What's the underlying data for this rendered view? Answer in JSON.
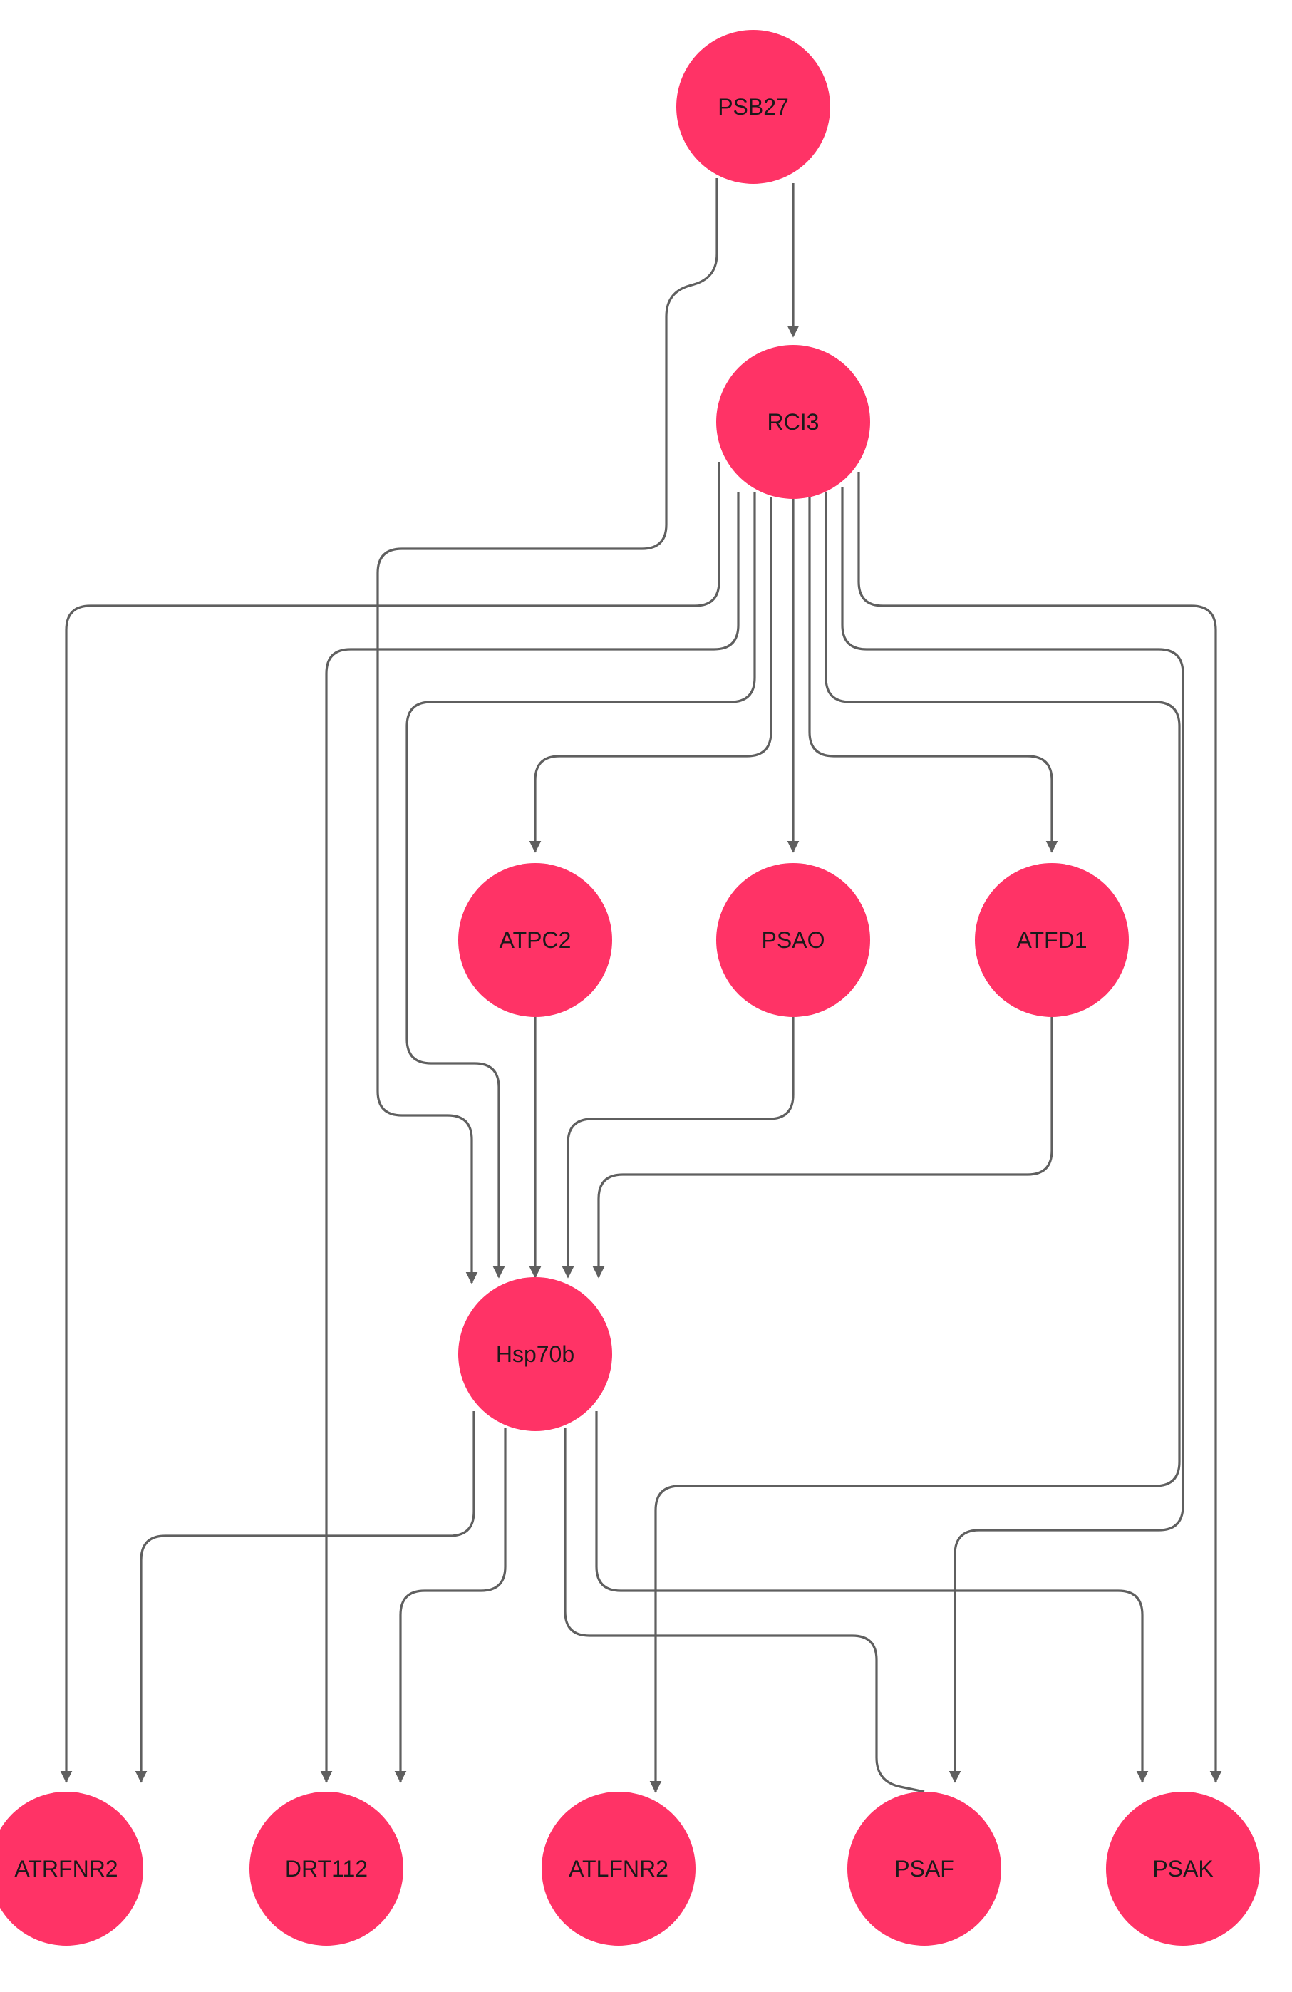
{
  "diagram": {
    "node_color": "#ff3366",
    "edge_color": "#5f5f5f",
    "nodes": [
      {
        "id": "PSB27",
        "label": "PSB27"
      },
      {
        "id": "RCI3",
        "label": "RCI3"
      },
      {
        "id": "ATPC2",
        "label": "ATPC2"
      },
      {
        "id": "PSAO",
        "label": "PSAO"
      },
      {
        "id": "ATFD1",
        "label": "ATFD1"
      },
      {
        "id": "Hsp70b",
        "label": "Hsp70b"
      },
      {
        "id": "ATRFNR2",
        "label": "ATRFNR2"
      },
      {
        "id": "DRT112",
        "label": "DRT112"
      },
      {
        "id": "ATLFNR2",
        "label": "ATLFNR2"
      },
      {
        "id": "PSAF",
        "label": "PSAF"
      },
      {
        "id": "PSAK",
        "label": "PSAK"
      }
    ],
    "edges": [
      {
        "from": "PSB27",
        "to": "RCI3"
      },
      {
        "from": "PSB27",
        "to": "Hsp70b"
      },
      {
        "from": "RCI3",
        "to": "ATRFNR2"
      },
      {
        "from": "RCI3",
        "to": "DRT112"
      },
      {
        "from": "RCI3",
        "to": "Hsp70b"
      },
      {
        "from": "RCI3",
        "to": "ATPC2"
      },
      {
        "from": "RCI3",
        "to": "PSAO"
      },
      {
        "from": "RCI3",
        "to": "ATFD1"
      },
      {
        "from": "RCI3",
        "to": "ATLFNR2"
      },
      {
        "from": "RCI3",
        "to": "PSAF"
      },
      {
        "from": "RCI3",
        "to": "PSAK"
      },
      {
        "from": "ATPC2",
        "to": "Hsp70b"
      },
      {
        "from": "PSAO",
        "to": "Hsp70b"
      },
      {
        "from": "ATFD1",
        "to": "Hsp70b"
      },
      {
        "from": "Hsp70b",
        "to": "ATRFNR2"
      },
      {
        "from": "Hsp70b",
        "to": "DRT112"
      },
      {
        "from": "Hsp70b",
        "to": "PSAF"
      },
      {
        "from": "Hsp70b",
        "to": "PSAK"
      }
    ]
  }
}
